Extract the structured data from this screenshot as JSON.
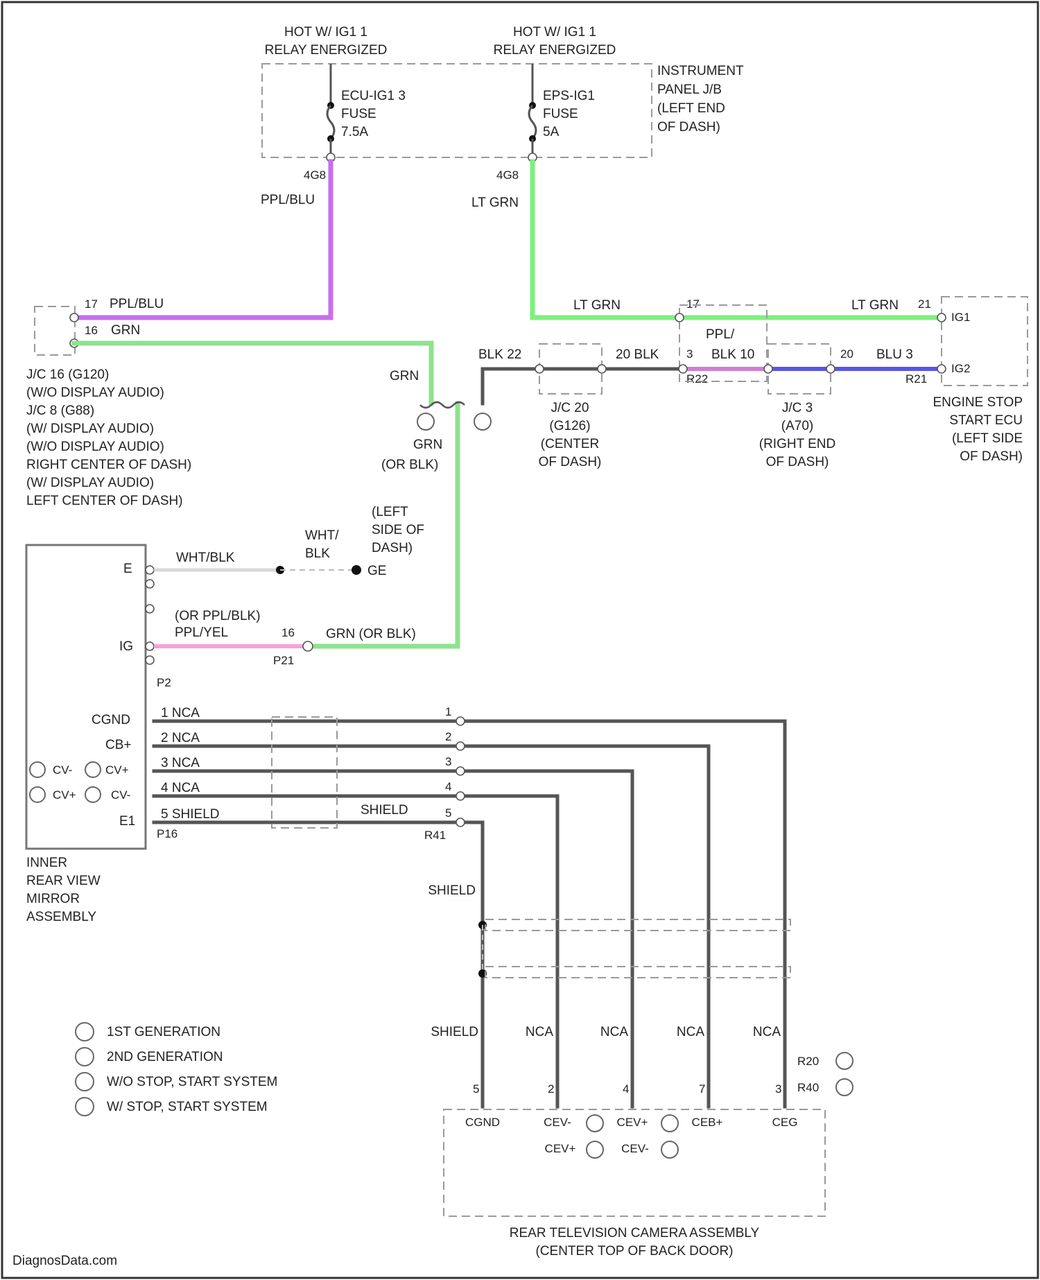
{
  "header": {
    "left_power": [
      "HOT W/ IG1 1",
      "RELAY ENERGIZED"
    ],
    "right_power": [
      "HOT W/ IG1 1",
      "RELAY ENERGIZED"
    ]
  },
  "fuses": {
    "left": [
      "ECU-IG1 3",
      "FUSE",
      "7.5A"
    ],
    "right": [
      "EPS-IG1",
      "FUSE",
      "5A"
    ]
  },
  "junction_block": [
    "INSTRUMENT",
    "PANEL J/B",
    "(LEFT END",
    "OF DASH)"
  ],
  "connectors": {
    "c1": "4G8",
    "c2": "4G8",
    "p21": "P21",
    "p16": "P16",
    "p2": "P2",
    "r41": "R41",
    "r40": "R40",
    "r20": "R20",
    "r22": "R22",
    "r21": "R21"
  },
  "wire_labels": {
    "ppl_blu_top": "PPL/BLU",
    "lt_grn_top": "LT GRN",
    "ppl_blu_17": "PPL/BLU",
    "grn_16": "GRN",
    "lt_grn_mid": "LT GRN",
    "lt_grn_right": "LT GRN",
    "grn_drop": "GRN",
    "grn_lower": "GRN",
    "or_blk_lower": "(OR BLK)",
    "blk_22": "BLK 22",
    "blk_20": "20 BLK",
    "ppl_blk": "PPL/",
    "blk_10": "BLK 10",
    "blu_3": "BLU 3",
    "wht_blk_1": "WHT/BLK",
    "wht_blk_mid": [
      "WHT/",
      "BLK"
    ],
    "or_ppl_blk": "(OR PPL/BLK)",
    "ppl_yel": "PPL/YEL",
    "grn_or_blk": "GRN (OR BLK)",
    "nca": "NCA",
    "shield": "SHIELD"
  },
  "pin_numbers": {
    "p17_left": "17",
    "p16_left": "16",
    "p17_mid": "17",
    "p21_right": "21",
    "p3_a": "3",
    "p20_b": "20",
    "p16_mirror": "16",
    "ig1": "IG1",
    "ig2": "IG2"
  },
  "junctions": {
    "jc16": [
      "J/C 16 (G120)",
      "(W/O DISPLAY AUDIO)",
      "J/C 8 (G88)",
      "(W/ DISPLAY AUDIO)",
      "(W/O DISPLAY AUDIO)",
      "RIGHT CENTER OF DASH)",
      "(W/ DISPLAY AUDIO)",
      "LEFT CENTER OF DASH)"
    ],
    "jc20": [
      "J/C 20",
      "(G126)",
      "(CENTER",
      "OF DASH)"
    ],
    "jc3": [
      "J/C 3",
      "(A70)",
      "(RIGHT END",
      "OF DASH)"
    ]
  },
  "ground": {
    "label": [
      "(LEFT",
      "SIDE OF",
      "DASH)"
    ],
    "id": "GE"
  },
  "ecu": [
    "ENGINE STOP",
    "START ECU",
    "(LEFT SIDE",
    "OF DASH)"
  ],
  "mirror": {
    "pins": [
      "E",
      "IG",
      "CGND",
      "CB+",
      "CV-",
      "CV+",
      "CV+",
      "CV-",
      "E1"
    ],
    "name": [
      "INNER",
      "REAR VIEW",
      "MIRROR",
      "ASSEMBLY"
    ]
  },
  "camera": {
    "pins": [
      "CGND",
      "CEV-",
      "CEV+",
      "CEB+",
      "CEG"
    ],
    "pins2": [
      "CEV+",
      "CEV-"
    ],
    "pin_numbers": [
      "5",
      "2",
      "4",
      "7",
      "3"
    ],
    "name": [
      "REAR TELEVISION CAMERA ASSEMBLY",
      "(CENTER TOP OF BACK DOOR)"
    ]
  },
  "legend": [
    "1ST GENERATION",
    "2ND GENERATION",
    "W/O STOP, START SYSTEM",
    "W/ STOP, START SYSTEM"
  ],
  "watermark": "DiagnosData.com",
  "colors": {
    "ppl_blu": "#c86ef0",
    "lt_grn": "#7ef07e",
    "grn": "#8ee38e",
    "blu": "#5656e8",
    "ppl_yel": "#f5a3d8",
    "blk": "#555555",
    "wht": "#d8d8d8"
  }
}
